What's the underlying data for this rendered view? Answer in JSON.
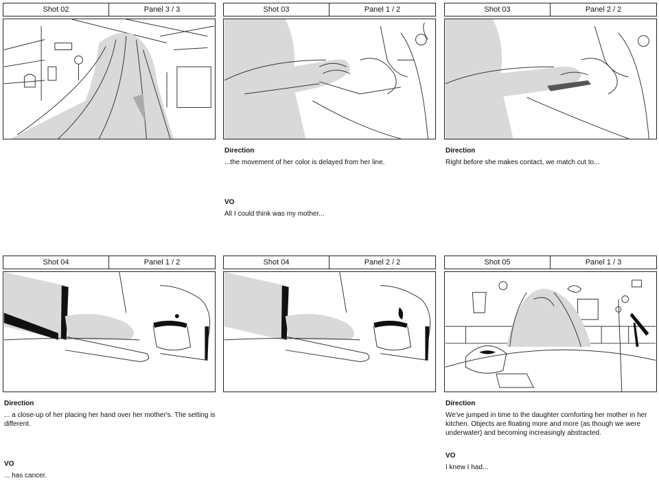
{
  "panels": [
    {
      "shot": "Shot 02",
      "panel": "Panel 3 / 3",
      "direction_label": "",
      "direction": "",
      "vo_label": "",
      "vo": ""
    },
    {
      "shot": "Shot 03",
      "panel": "Panel 1 / 2",
      "direction_label": "Direction",
      "direction": "...the movement of her color is delayed from her line.",
      "vo_label": "VO",
      "vo": "All I could think was my mother..."
    },
    {
      "shot": "Shot 03",
      "panel": "Panel 2 / 2",
      "direction_label": "Direction",
      "direction": "Right before she makes contact, we match cut to...",
      "vo_label": "",
      "vo": ""
    },
    {
      "shot": "Shot 04",
      "panel": "Panel 1 / 2",
      "direction_label": "Direction",
      "direction": "... a close-up of her placing her hand over her mother's. The setting is different.",
      "vo_label": "VO",
      "vo": "... has cancer."
    },
    {
      "shot": "Shot 04",
      "panel": "Panel 2 / 2",
      "direction_label": "",
      "direction": "",
      "vo_label": "",
      "vo": ""
    },
    {
      "shot": "Shot 05",
      "panel": "Panel 1 / 3",
      "direction_label": "Direction",
      "direction": "We've jumped in time to the daughter comforting her mother in her kitchen. Objects are floating more and more (as though we were underwater) and becoming increasingly abstracted.",
      "vo_label": "VO",
      "vo": "I knew I had..."
    }
  ]
}
